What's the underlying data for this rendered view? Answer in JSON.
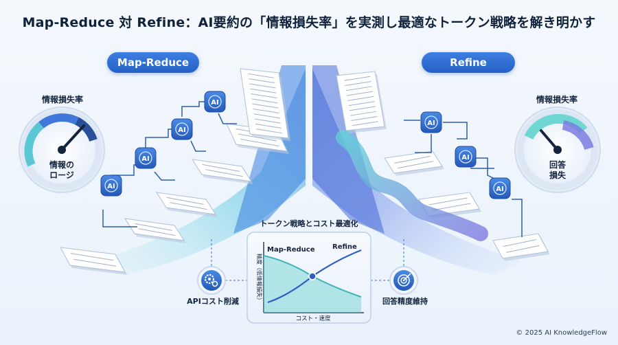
{
  "title": "Map-Reduce 対 Refine：AI要約の「情報損失率」を実測し最適なトークン戦略を解き明かす",
  "left_panel": {
    "pill_label": "Map-Reduce",
    "gauge_title": "情報損失率",
    "gauge_text_line1": "情報の",
    "gauge_text_line2": "ロージ"
  },
  "right_panel": {
    "pill_label": "Refine",
    "gauge_title": "情報損失率",
    "gauge_text_line1": "回答",
    "gauge_text_line2": "損失"
  },
  "ai_badge": "AI",
  "center_chart": {
    "title": "トークン戦略とコスト最適化",
    "xlabel": "コスト・速度",
    "ylabel": "精度（低情報損失）",
    "series_left_label": "Map-Reduce",
    "series_right_label": "Refine"
  },
  "bottom_left_label": "APIコスト削減",
  "bottom_right_label": "回答精度維持",
  "footer": "© 2025 AI KnowledgeFlow",
  "colors": {
    "accent": "#2f6fd6",
    "teal": "#4cc6c9",
    "icon_bg": "#2f6fd6"
  }
}
